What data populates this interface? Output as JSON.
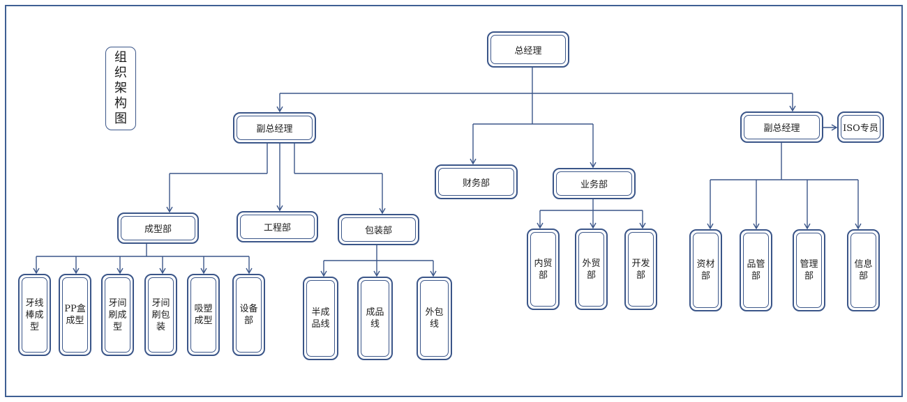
{
  "title": "组织架构图",
  "ceo": "总经理",
  "vp_left": "副总经理",
  "vp_right": "副总经理",
  "iso": "ISO专员",
  "finance": "财务部",
  "sales": "业务部",
  "molding": "成型部",
  "engineering": "工程部",
  "packaging": "包装部",
  "molding_lines": [
    "牙线棒成型",
    "PP盒成型",
    "牙间刷成型",
    "牙间刷包装",
    "吸塑成型",
    "设备部"
  ],
  "packaging_lines": [
    "半成品线",
    "成品线",
    "外包线"
  ],
  "sales_depts": [
    "内贸部",
    "外贸部",
    "开发部"
  ],
  "right_depts": [
    "资材部",
    "品管部",
    "管理部",
    "信息部"
  ]
}
